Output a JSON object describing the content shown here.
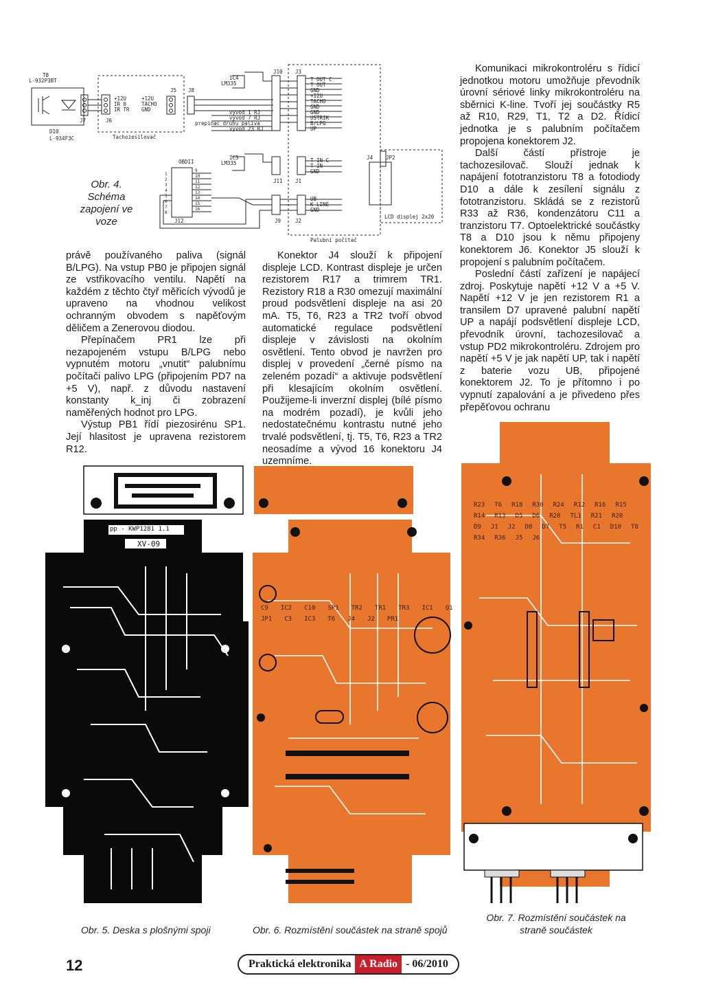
{
  "figure4": {
    "caption_lines": [
      "Obr. 4.",
      "Schéma",
      "zapojení ve",
      "voze"
    ],
    "labels": {
      "t8": "T8",
      "t8_part": "L-932P3BT",
      "d10": "D10",
      "d10_part": "L-934F3C",
      "j7": "J7",
      "j6": "J6",
      "j5": "J5",
      "j8": "J8",
      "j6_pins": [
        "+12U",
        "IR 0",
        "IR TR"
      ],
      "j5_pins": [
        "+12U",
        "TACHO",
        "GND"
      ],
      "tacho_box": "Tachozesilovač",
      "ic4": "IC4",
      "ic4_part": "LM335",
      "ic5": "IC5",
      "ic5_part": "LM335",
      "j10": "J10",
      "j11": "J11",
      "j3": "J3",
      "j1": "J1",
      "j9": "J9",
      "j2": "J2",
      "j12": "J12",
      "j4": "J4",
      "jp2": "JP2",
      "obdii": "OBDII",
      "j3_pins": [
        "T OUT C",
        "T OUT",
        "GND",
        "+12U",
        "TACHO",
        "GND",
        "GND",
        "USTRIK",
        "B/LPG",
        "UP"
      ],
      "wire_labels": [
        "vyvod 1 RJ",
        "vyvod 7 RJ",
        "prepinac druhu paliva",
        "vyvod 23 RJ"
      ],
      "j1_pins": [
        "T IN C",
        "T IN",
        "GND"
      ],
      "j2_pins": [
        "UB",
        "K-LINE",
        "GND"
      ],
      "obd_pins_left": [
        "1",
        "2",
        "3",
        "4",
        "5",
        "6",
        "7",
        "8"
      ],
      "obd_pins_right": [
        "9",
        "10",
        "11",
        "12",
        "13",
        "14",
        "15",
        "16"
      ],
      "lcd": "LCD displej 2x20",
      "palubni": "Palubní počítač"
    }
  },
  "column1": {
    "paragraphs": [
      "právě používaného paliva (signál B/LPG). Na vstup PB0 je připojen signál ze vstřikovacího ventilu. Napětí na každém z těchto čtyř měřicích vývodů je upraveno na vhodnou velikost ochranným obvodem s napěťovým děličem a Zenerovou diodou.",
      "Přepínačem PR1 lze při nezapojeném vstupu B/LPG nebo vypnutém motoru „vnutit“ palubnímu počítači palivo LPG (připojením PD7 na +5 V), např. z důvodu nastavení konstanty k_inj či zobrazení naměřených hodnot pro LPG.",
      "Výstup PB1 řídí piezosirénu SP1. Její hlasitost je upravena rezistorem R12."
    ]
  },
  "column2": {
    "paragraphs": [
      "Konektor J4 slouží k připojení displeje LCD. Kontrast displeje je určen rezistorem R17 a trimrem TR1. Rezistory R18 a R30 omezují maximální proud podsvětlení displeje na asi 20 mA. T5, T6, R23 a TR2 tvoří obvod automatické regulace podsvětlení displeje v závislosti na okolním osvětlení. Tento obvod je navržen pro displej v provedení „černé písmo na zeleném pozadí“ a aktivuje podsvětlení při klesajícím okolním osvětlení. Použijeme-li inverzní displej (bílé písmo na modrém pozadí), je kvůli jeho nedostatečnému kontrastu nutné jeho trvalé podsvětlení, tj. T5, T6, R23 a TR2 neosadíme a vývod 16 konektoru J4 uzemníme."
    ]
  },
  "column3": {
    "paragraphs": [
      "Komunikaci mikrokontroléru s řídicí jednotkou motoru umožňuje převodník úrovní sériové linky mikrokontroléru na sběrnici K-line. Tvoří jej součástky R5 až R10, R29, T1, T2 a D2. Řídicí jednotka je s palubním počítačem propojena konektorem J2.",
      "Další částí přístroje je tachozesilovač. Slouží jednak k napájení fototranzistoru T8 a fotodiody D10 a dále k zesílení signálu z fototranzistoru. Skládá se z rezistorů R33 až R36, kondenzátoru C11 a tranzistoru T7. Optoelektrické součástky T8 a D10 jsou k němu připojeny konektorem J6. Konektor J5 slouží k propojení s palubním počítačem.",
      "Poslední částí zařízení je napájecí zdroj. Poskytuje napětí +12 V a +5 V. Napětí +12 V je jen rezistorem R1 a transilem D7 upravené palubní napětí UP a napájí podsvětlení displeje LCD, převodník úrovní, tachozesilovač a vstup PD2 mikrokontroléru. Zdrojem pro napětí +5 V je jak napětí UP, tak i napětí z baterie vozu UB, připojené konektorem J2. To je přítomno i po vypnutí zapalování a je přivedeno přes přepěťovou ochranu"
    ]
  },
  "boards": {
    "fig5_small_label": "pp - KWP1281 1.1",
    "fig5_small_label2": "XV-09",
    "fig5_caption": "Obr. 5. Deska s plošnými spoji",
    "fig6_caption": "Obr. 6. Rozmístění součástek na straně spojů",
    "fig7_caption_lines": [
      "Obr. 7. Rozmístění součástek na",
      "straně součástek"
    ],
    "fig6_labels": [
      "C9",
      "IC2",
      "C10",
      "SP1",
      "TR2",
      "TR1",
      "TR3",
      "IC1",
      "Q1",
      "JP1",
      "C3",
      "IC3",
      "T6",
      "J4",
      "J2",
      "PR1"
    ],
    "fig7_labels": [
      "R23",
      "T6",
      "R18",
      "R30",
      "R24",
      "R12",
      "R16",
      "R15",
      "R14",
      "R13",
      "D5",
      "D6",
      "R28",
      "TL1",
      "R21",
      "R20",
      "D9",
      "J1",
      "J2",
      "D8",
      "D7",
      "T5",
      "R1",
      "C1",
      "D10",
      "T8",
      "R34",
      "R36",
      "J5",
      "J6"
    ],
    "orange": "#e8762c",
    "black": "#0a0a0a"
  },
  "footer": {
    "page_number": "12",
    "mag_a": "Praktická elektronika",
    "mag_b": "A Radio",
    "mag_c": "- 06/2010"
  }
}
